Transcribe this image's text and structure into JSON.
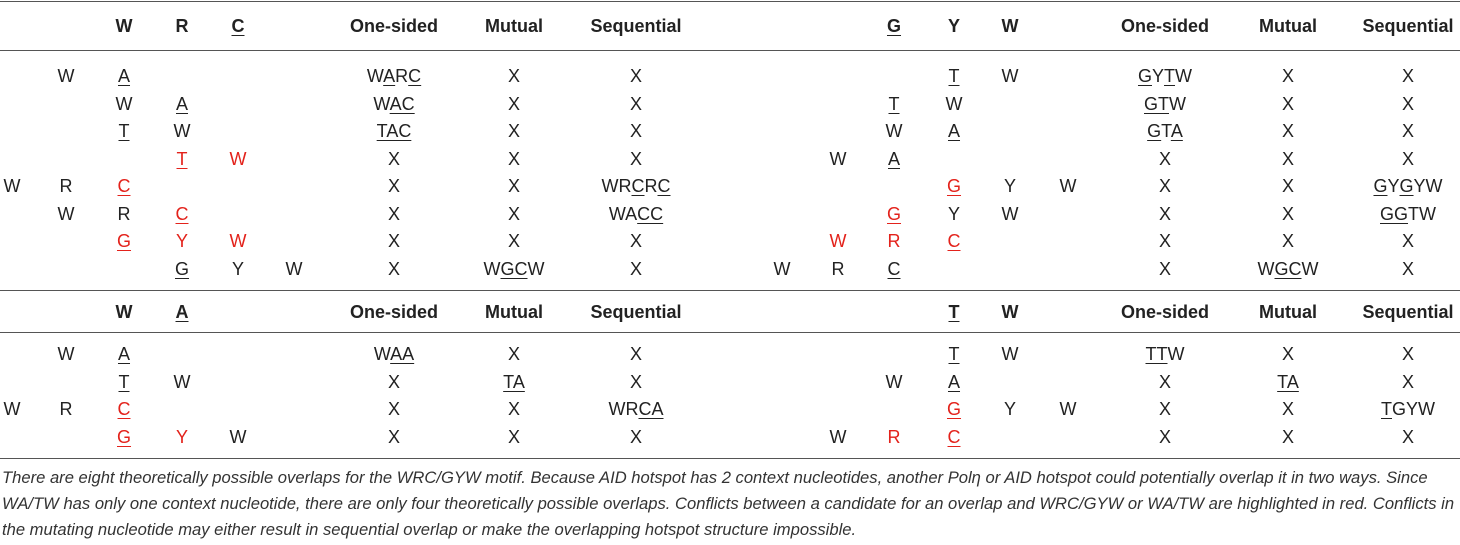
{
  "caption": "There are eight theoretically possible overlaps for the WRC/GYW motif. Because AID hotspot has 2 context nucleotides, another Polη or AID hotspot could potentially overlap it in two ways. Since WA/TW has only one context nucleotide, there are only four theoretically possible overlaps. Conflicts between a candidate for an overlap and WRC/GYW or WA/TW are highlighted in red. Conflicts in the mutating nucleotide may either result in sequential overlap or make the overlapping hotspot structure impossible.",
  "colors": {
    "conflict": "#e3221b",
    "text": "#222222",
    "rule": "#555555"
  },
  "blocks": [
    {
      "name": "wrc-block",
      "header": [
        [
          {
            "t": "W"
          }
        ],
        [
          {
            "t": "R"
          }
        ],
        [
          {
            "t": "C",
            "u": true
          }
        ],
        [
          {
            "t": "One-sided"
          }
        ],
        [
          {
            "t": "Mutual"
          }
        ],
        [
          {
            "t": "Sequential"
          }
        ]
      ],
      "rows": [
        [
          [],
          [
            {
              "t": "W"
            }
          ],
          [
            {
              "t": "A",
              "u": true
            }
          ],
          [],
          [],
          [],
          [
            {
              "t": "W"
            },
            {
              "t": "A",
              "u": true
            },
            {
              "t": "R"
            },
            {
              "t": "C",
              "u": true
            }
          ],
          [
            {
              "t": "X"
            }
          ],
          [
            {
              "t": "X"
            }
          ]
        ],
        [
          [],
          [],
          [
            {
              "t": "W"
            }
          ],
          [
            {
              "t": "A",
              "u": true
            }
          ],
          [],
          [],
          [
            {
              "t": "W"
            },
            {
              "t": "AC",
              "u": true
            }
          ],
          [
            {
              "t": "X"
            }
          ],
          [
            {
              "t": "X"
            }
          ]
        ],
        [
          [],
          [],
          [
            {
              "t": "T",
              "u": true
            }
          ],
          [
            {
              "t": "W"
            }
          ],
          [],
          [],
          [
            {
              "t": "TAC",
              "u": true
            }
          ],
          [
            {
              "t": "X"
            }
          ],
          [
            {
              "t": "X"
            }
          ]
        ],
        [
          [],
          [],
          [],
          [
            {
              "t": "T",
              "u": true,
              "r": true
            }
          ],
          [
            {
              "t": "W",
              "r": true
            }
          ],
          [],
          [
            {
              "t": "X"
            }
          ],
          [
            {
              "t": "X"
            }
          ],
          [
            {
              "t": "X"
            }
          ]
        ],
        [
          [
            {
              "t": "W"
            }
          ],
          [
            {
              "t": "R"
            }
          ],
          [
            {
              "t": "C",
              "u": true,
              "r": true
            }
          ],
          [],
          [],
          [],
          [
            {
              "t": "X"
            }
          ],
          [
            {
              "t": "X"
            }
          ],
          [
            {
              "t": "WR"
            },
            {
              "t": "C",
              "u": true
            },
            {
              "t": "R"
            },
            {
              "t": "C",
              "u": true
            }
          ]
        ],
        [
          [],
          [
            {
              "t": "W"
            }
          ],
          [
            {
              "t": "R"
            }
          ],
          [
            {
              "t": "C",
              "u": true,
              "r": true
            }
          ],
          [],
          [],
          [
            {
              "t": "X"
            }
          ],
          [
            {
              "t": "X"
            }
          ],
          [
            {
              "t": "WA"
            },
            {
              "t": "CC",
              "u": true
            }
          ]
        ],
        [
          [],
          [],
          [
            {
              "t": "G",
              "u": true,
              "r": true
            }
          ],
          [
            {
              "t": "Y",
              "r": true
            }
          ],
          [
            {
              "t": "W",
              "r": true
            }
          ],
          [],
          [
            {
              "t": "X"
            }
          ],
          [
            {
              "t": "X"
            }
          ],
          [
            {
              "t": "X"
            }
          ]
        ],
        [
          [],
          [],
          [],
          [
            {
              "t": "G",
              "u": true
            }
          ],
          [
            {
              "t": "Y"
            }
          ],
          [
            {
              "t": "W"
            }
          ],
          [
            {
              "t": "X"
            }
          ],
          [
            {
              "t": "W"
            },
            {
              "t": "GC",
              "u": true
            },
            {
              "t": "W"
            }
          ],
          [
            {
              "t": "X"
            }
          ]
        ]
      ]
    },
    {
      "name": "gyw-block",
      "header": [
        [
          {
            "t": "G",
            "u": true
          }
        ],
        [
          {
            "t": "Y"
          }
        ],
        [
          {
            "t": "W"
          }
        ],
        [
          {
            "t": "One-sided"
          }
        ],
        [
          {
            "t": "Mutual"
          }
        ],
        [
          {
            "t": "Sequential"
          }
        ]
      ],
      "rows": [
        [
          [],
          [],
          [],
          [
            {
              "t": "T",
              "u": true
            }
          ],
          [
            {
              "t": "W"
            }
          ],
          [],
          [
            {
              "t": "G",
              "u": true
            },
            {
              "t": "Y"
            },
            {
              "t": "T",
              "u": true
            },
            {
              "t": "W"
            }
          ],
          [
            {
              "t": "X"
            }
          ],
          [
            {
              "t": "X"
            }
          ]
        ],
        [
          [],
          [],
          [
            {
              "t": "T",
              "u": true
            }
          ],
          [
            {
              "t": "W"
            }
          ],
          [],
          [],
          [
            {
              "t": "GT",
              "u": true
            },
            {
              "t": "W"
            }
          ],
          [
            {
              "t": "X"
            }
          ],
          [
            {
              "t": "X"
            }
          ]
        ],
        [
          [],
          [],
          [
            {
              "t": "W"
            }
          ],
          [
            {
              "t": "A",
              "u": true
            }
          ],
          [],
          [],
          [
            {
              "t": "G",
              "u": true
            },
            {
              "t": "T"
            },
            {
              "t": "A",
              "u": true
            }
          ],
          [
            {
              "t": "X"
            }
          ],
          [
            {
              "t": "X"
            }
          ]
        ],
        [
          [],
          [
            {
              "t": "W"
            }
          ],
          [
            {
              "t": "A",
              "u": true
            }
          ],
          [],
          [],
          [],
          [
            {
              "t": "X"
            }
          ],
          [
            {
              "t": "X"
            }
          ],
          [
            {
              "t": "X"
            }
          ]
        ],
        [
          [],
          [],
          [],
          [
            {
              "t": "G",
              "u": true,
              "r": true
            }
          ],
          [
            {
              "t": "Y"
            }
          ],
          [
            {
              "t": "W"
            }
          ],
          [
            {
              "t": "X"
            }
          ],
          [
            {
              "t": "X"
            }
          ],
          [
            {
              "t": "G",
              "u": true
            },
            {
              "t": "Y"
            },
            {
              "t": "G",
              "u": true
            },
            {
              "t": "YW"
            }
          ]
        ],
        [
          [],
          [],
          [
            {
              "t": "G",
              "u": true,
              "r": true
            }
          ],
          [
            {
              "t": "Y"
            }
          ],
          [
            {
              "t": "W"
            }
          ],
          [],
          [
            {
              "t": "X"
            }
          ],
          [
            {
              "t": "X"
            }
          ],
          [
            {
              "t": "GG",
              "u": true
            },
            {
              "t": "TW"
            }
          ]
        ],
        [
          [],
          [
            {
              "t": "W",
              "r": true
            }
          ],
          [
            {
              "t": "R",
              "r": true
            }
          ],
          [
            {
              "t": "C",
              "u": true,
              "r": true
            }
          ],
          [],
          [],
          [
            {
              "t": "X"
            }
          ],
          [
            {
              "t": "X"
            }
          ],
          [
            {
              "t": "X"
            }
          ]
        ],
        [
          [
            {
              "t": "W"
            }
          ],
          [
            {
              "t": "R"
            }
          ],
          [
            {
              "t": "C",
              "u": true
            }
          ],
          [],
          [],
          [],
          [
            {
              "t": "X"
            }
          ],
          [
            {
              "t": "W"
            },
            {
              "t": "GC",
              "u": true
            },
            {
              "t": "W"
            }
          ],
          [
            {
              "t": "X"
            }
          ]
        ]
      ]
    },
    {
      "name": "wa-block",
      "header": [
        [
          {
            "t": "W"
          }
        ],
        [
          {
            "t": "A",
            "u": true
          }
        ],
        [],
        [
          {
            "t": "One-sided"
          }
        ],
        [
          {
            "t": "Mutual"
          }
        ],
        [
          {
            "t": "Sequential"
          }
        ]
      ],
      "rows": [
        [
          [],
          [
            {
              "t": "W"
            }
          ],
          [
            {
              "t": "A",
              "u": true
            }
          ],
          [],
          [],
          [],
          [
            {
              "t": "W"
            },
            {
              "t": "AA",
              "u": true
            }
          ],
          [
            {
              "t": "X"
            }
          ],
          [
            {
              "t": "X"
            }
          ]
        ],
        [
          [],
          [],
          [
            {
              "t": "T",
              "u": true
            }
          ],
          [
            {
              "t": "W"
            }
          ],
          [],
          [],
          [
            {
              "t": "X"
            }
          ],
          [
            {
              "t": "TA",
              "u": true
            }
          ],
          [
            {
              "t": "X"
            }
          ]
        ],
        [
          [
            {
              "t": "W"
            }
          ],
          [
            {
              "t": "R"
            }
          ],
          [
            {
              "t": "C",
              "u": true,
              "r": true
            }
          ],
          [],
          [],
          [],
          [
            {
              "t": "X"
            }
          ],
          [
            {
              "t": "X"
            }
          ],
          [
            {
              "t": "WR"
            },
            {
              "t": "CA",
              "u": true
            }
          ]
        ],
        [
          [],
          [],
          [
            {
              "t": "G",
              "u": true,
              "r": true
            }
          ],
          [
            {
              "t": "Y",
              "r": true
            }
          ],
          [
            {
              "t": "W"
            }
          ],
          [],
          [
            {
              "t": "X"
            }
          ],
          [
            {
              "t": "X"
            }
          ],
          [
            {
              "t": "X"
            }
          ]
        ]
      ]
    },
    {
      "name": "tw-block",
      "header": [
        [],
        [
          {
            "t": "T",
            "u": true
          }
        ],
        [
          {
            "t": "W"
          }
        ],
        [
          {
            "t": "One-sided"
          }
        ],
        [
          {
            "t": "Mutual"
          }
        ],
        [
          {
            "t": "Sequential"
          }
        ]
      ],
      "rows": [
        [
          [],
          [],
          [],
          [
            {
              "t": "T",
              "u": true
            }
          ],
          [
            {
              "t": "W"
            }
          ],
          [],
          [
            {
              "t": "TT",
              "u": true
            },
            {
              "t": "W"
            }
          ],
          [
            {
              "t": "X"
            }
          ],
          [
            {
              "t": "X"
            }
          ]
        ],
        [
          [],
          [],
          [
            {
              "t": "W"
            }
          ],
          [
            {
              "t": "A",
              "u": true
            }
          ],
          [],
          [],
          [
            {
              "t": "X"
            }
          ],
          [
            {
              "t": "TA",
              "u": true
            }
          ],
          [
            {
              "t": "X"
            }
          ]
        ],
        [
          [],
          [],
          [],
          [
            {
              "t": "G",
              "u": true,
              "r": true
            }
          ],
          [
            {
              "t": "Y"
            }
          ],
          [
            {
              "t": "W"
            }
          ],
          [
            {
              "t": "X"
            }
          ],
          [
            {
              "t": "X"
            }
          ],
          [
            {
              "t": "T",
              "u": true
            },
            {
              "t": "GYW"
            }
          ]
        ],
        [
          [],
          [
            {
              "t": "W"
            }
          ],
          [
            {
              "t": "R",
              "r": true
            }
          ],
          [
            {
              "t": "C",
              "u": true,
              "r": true
            }
          ],
          [],
          [],
          [
            {
              "t": "X"
            }
          ],
          [
            {
              "t": "X"
            }
          ],
          [
            {
              "t": "X"
            }
          ]
        ]
      ]
    }
  ]
}
